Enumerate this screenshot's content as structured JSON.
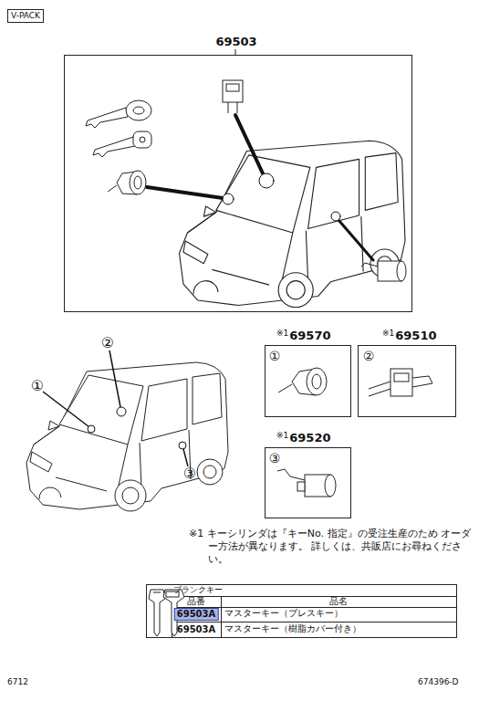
{
  "diagram": {
    "nodes": [
      {
        "text": [
          "V-PACK"
        ]
      },
      {
        "text": [
          "69503"
        ]
      },
      {
        "text": [
          "※1",
          "69570"
        ]
      },
      {
        "text": [
          "※1",
          "69510"
        ]
      },
      {
        "text": [
          "※1",
          "69520"
        ]
      }
    ],
    "labels": [
      "①",
      "②",
      "③",
      "①",
      "②",
      "③",
      "※1 キーシリンダは『キーNo. 指定』の受注生産のため オーダー方法が異なります。 詳しくは、共販店にお尋ねください。",
      "ブランクキー",
      "品番",
      "品名",
      "69503A",
      "マスターキー（ブレスキー）",
      "69503A",
      "マスターキー（樹脂カバー付き）",
      "6712",
      "674396-D"
    ]
  }
}
